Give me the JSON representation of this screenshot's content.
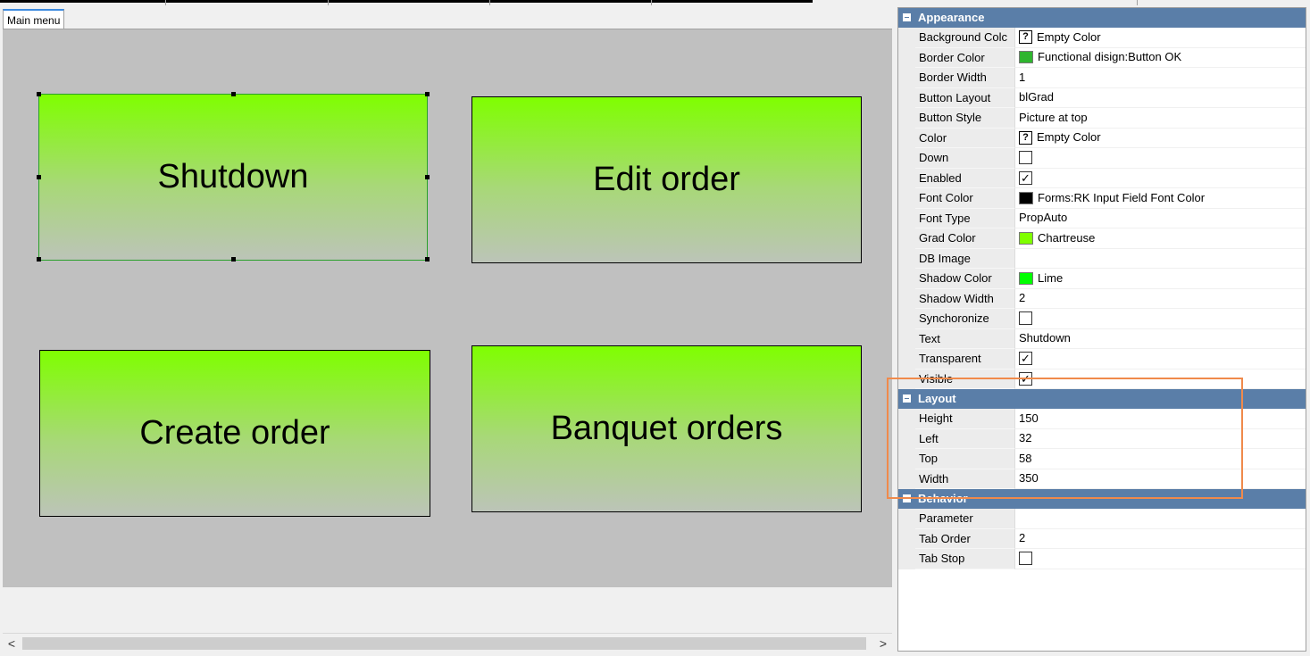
{
  "tab_label": "Main menu",
  "buttons": {
    "shutdown": "Shutdown",
    "edit_order": "Edit order",
    "create_order": "Create order",
    "banquet_orders": "Banquet orders"
  },
  "scroll": {
    "left_arrow": "<",
    "right_arrow": ">"
  },
  "properties": {
    "appearance": {
      "title": "Appearance",
      "rows": [
        {
          "name": "Background Colc",
          "value": "Empty Color",
          "icon": "question-box"
        },
        {
          "name": "Border Color",
          "value": "Functional disign:Button OK",
          "swatch": "#2fb52f"
        },
        {
          "name": "Border Width",
          "value": "1"
        },
        {
          "name": "Button Layout",
          "value": "blGrad"
        },
        {
          "name": "Button Style",
          "value": "Picture at top"
        },
        {
          "name": "Color",
          "value": "Empty Color",
          "icon": "question-box"
        },
        {
          "name": "Down",
          "checked": false
        },
        {
          "name": "Enabled",
          "checked": true
        },
        {
          "name": "Font Color",
          "value": "Forms:RK Input Field Font Color",
          "swatch": "#000000"
        },
        {
          "name": "Font Type",
          "value": "PropAuto"
        },
        {
          "name": "Grad Color",
          "value": "Chartreuse",
          "swatch": "#7fff00"
        },
        {
          "name": "DB Image",
          "value": ""
        },
        {
          "name": "Shadow Color",
          "value": "Lime",
          "swatch": "#00ff00"
        },
        {
          "name": "Shadow Width",
          "value": "2"
        },
        {
          "name": "Synchoronize",
          "checked": false
        },
        {
          "name": "Text",
          "value": "Shutdown"
        },
        {
          "name": "Transparent",
          "checked": true
        },
        {
          "name": "Visible",
          "checked": true
        }
      ]
    },
    "layout": {
      "title": "Layout",
      "rows": [
        {
          "name": "Height",
          "value": "150"
        },
        {
          "name": "Left",
          "value": "32"
        },
        {
          "name": "Top",
          "value": "58"
        },
        {
          "name": "Width",
          "value": "350"
        }
      ]
    },
    "behavior": {
      "title": "Behavior",
      "rows": [
        {
          "name": "Parameter",
          "value": ""
        },
        {
          "name": "Tab Order",
          "value": "2"
        },
        {
          "name": "Tab Stop",
          "checked": false
        }
      ]
    }
  },
  "colors": {
    "category_header": "#5a7ea8",
    "highlight": "#f08a4b",
    "button_gradient_top": "#7fff00"
  }
}
